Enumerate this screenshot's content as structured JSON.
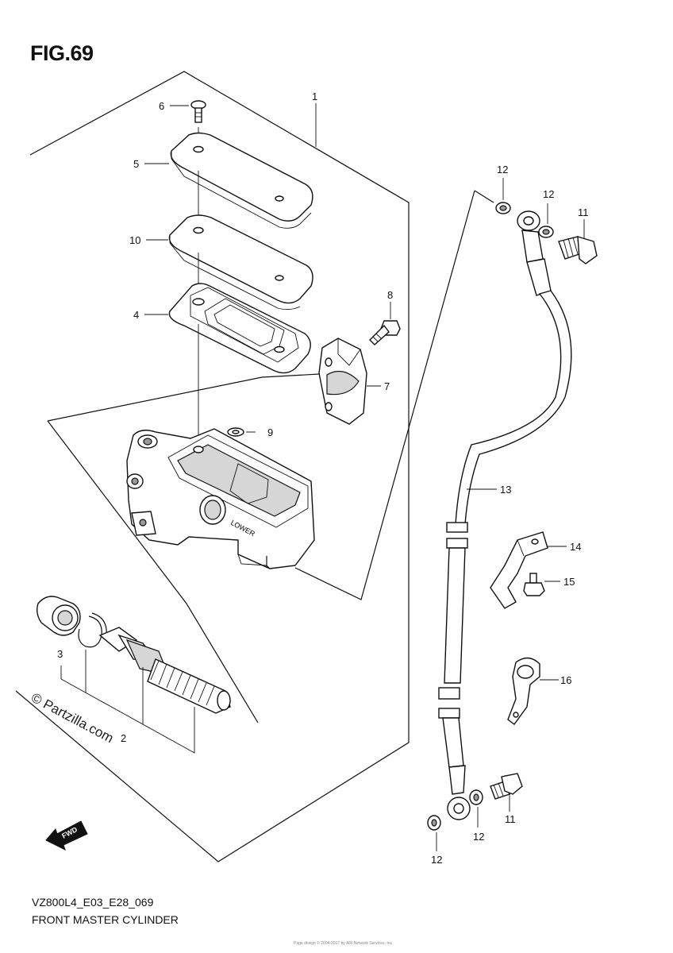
{
  "figure": {
    "title": "FIG.69",
    "code": "VZ800L4_E03_E28_069",
    "name": "FRONT MASTER CYLINDER",
    "watermark": "© Partzilla.com",
    "copyright": "Page design © 2004-2017 by ARI Network Services, Inc."
  },
  "callouts": {
    "c1": "1",
    "c2": "2",
    "c3": "3",
    "c4": "4",
    "c5": "5",
    "c6": "6",
    "c7": "7",
    "c8": "8",
    "c9": "9",
    "c10": "10",
    "c11a": "11",
    "c11b": "11",
    "c12a": "12",
    "c12b": "12",
    "c12c": "12",
    "c12d": "12",
    "c13": "13",
    "c14": "14",
    "c15": "15",
    "c16": "16"
  },
  "markings": {
    "body_text": "LOWER",
    "fwd": "FWD"
  },
  "icons": [
    "fwd-arrow-icon"
  ]
}
